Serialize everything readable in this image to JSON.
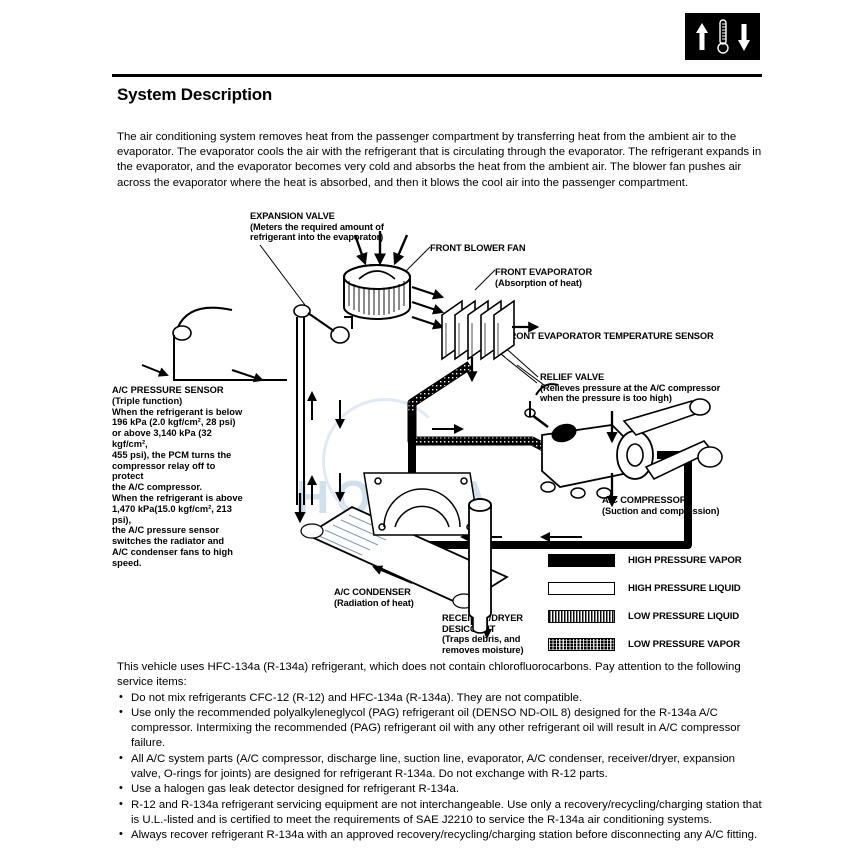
{
  "header": {
    "icon": "thermometer-up-down-icon",
    "title": "System Description"
  },
  "intro": "The air conditioning system removes heat from the passenger compartment by transferring heat from the ambient air to the evaporator. The evaporator cools the air with the refrigerant that is circulating through the evaporator. The refrigerant expands in the evaporator, and the evaporator becomes very cold and absorbs the heat from the ambient air. The blower fan pushes air across the evaporator where the heat is absorbed, and then it blows the cool air into the passenger compartment.",
  "watermark": "HONDA",
  "diagram": {
    "labels": {
      "expansion_valve": "EXPANSION VALVE\n(Meters the required amount of\nrefrigerant into the evaporator)",
      "front_blower_fan": "FRONT BLOWER FAN",
      "front_evaporator": "FRONT EVAPORATOR\n(Absorption of heat)",
      "front_evaporator_temp_sensor": "FRONT EVAPORATOR TEMPERATURE SENSOR",
      "relief_valve": "RELIEF VALVE\n(Relieves pressure at the A/C compressor\nwhen the pressure is too high)",
      "ac_compressor": "A/C COMPRESSOR\n(Suction and compression)",
      "ac_condenser": "A/C CONDENSER\n(Radiation of heat)",
      "receiver_dryer": "RECEIVER/DRYER\nDESICCANT\n(Traps debris, and\nremoves moisture)",
      "ac_pressure_sensor": "A/C PRESSURE SENSOR\n(Triple function)\nWhen the refrigerant is below\n196 kPa (2.0 kgf/cm², 28 psi)\nor above 3,140 kPa (32 kgf/cm²,\n455 psi), the PCM turns the\ncompressor relay off to protect\nthe A/C compressor.\nWhen the refrigerant is above\n1,470 kPa(15.0 kgf/cm², 213 psi),\nthe A/C pressure sensor\nswitches the radiator and\nA/C condenser fans to high\nspeed."
    },
    "legend": [
      {
        "label": "HIGH PRESSURE VAPOR",
        "swatch": "solid-black"
      },
      {
        "label": "HIGH PRESSURE LIQUID",
        "swatch": "outline-white"
      },
      {
        "label": "LOW PRESSURE LIQUID",
        "swatch": "dotted-light"
      },
      {
        "label": "LOW PRESSURE VAPOR",
        "swatch": "speckled-black"
      }
    ]
  },
  "notes": {
    "lead": "This vehicle uses HFC-134a (R-134a) refrigerant, which does not contain chlorofluorocarbons. Pay attention to the following service items:",
    "items": [
      "Do not mix refrigerants CFC-12 (R-12) and HFC-134a (R-134a). They are not compatible.",
      "Use only the recommended polyalkyleneglycol (PAG) refrigerant oil (DENSO ND-OIL 8) designed for the R-134a A/C compressor. Intermixing the recommended (PAG) refrigerant oil with any other refrigerant oil will result in A/C compressor failure.",
      "All A/C system parts (A/C compressor, discharge line, suction line, evaporator, A/C condenser, receiver/dryer, expansion valve, O-rings for joints) are designed for refrigerant R-134a. Do not exchange with R-12 parts.",
      "Use a halogen gas leak detector designed for refrigerant R-134a.",
      "R-12 and R-134a refrigerant servicing equipment are not interchangeable. Use only a recovery/recycling/charging station that is U.L.-listed and is certified to meet the requirements of SAE J2210 to service the R-134a air conditioning systems.",
      "Always recover refrigerant R-134a with an approved recovery/recycling/charging station before disconnecting any A/C fitting."
    ]
  }
}
